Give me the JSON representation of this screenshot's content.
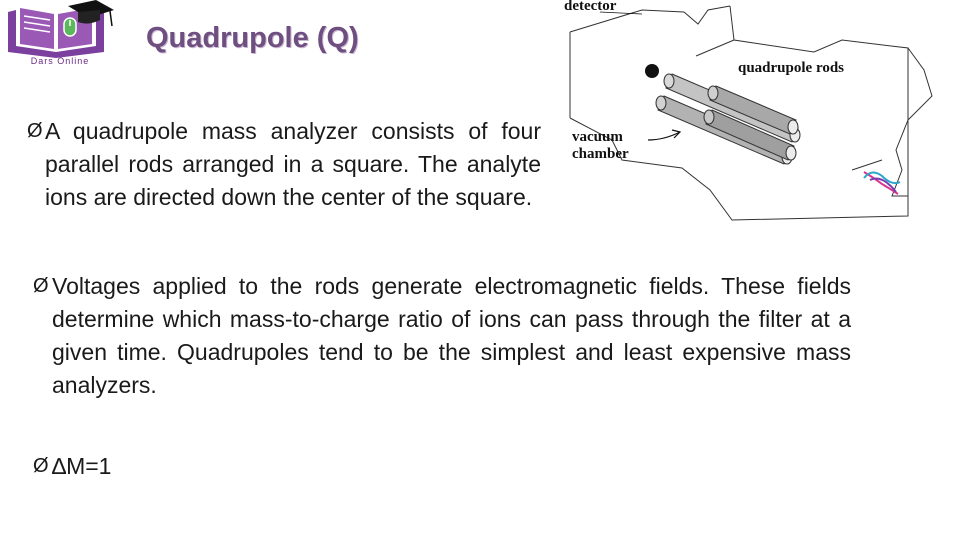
{
  "logo": {
    "caption": "Dars  Online"
  },
  "slide": {
    "title": "Quadrupole (Q)"
  },
  "bullets": [
    {
      "marker": "Ø",
      "text": "A quadrupole mass analyzer consists of four parallel rods arranged in a square. The analyte ions are directed down the center of the square."
    },
    {
      "marker": "Ø",
      "text": "Voltages applied to the rods generate electromagnetic fields. These fields determine which mass-to-charge ratio of ions can pass through the filter at a given time. Quadrupoles tend to be the simplest and least expensive mass analyzers."
    },
    {
      "marker": "Ø",
      "text": "∆M=1"
    }
  ],
  "diagram": {
    "label_detector": "detector",
    "label_rods": "quadrupole rods",
    "label_vacuum_line1": "vacuum",
    "label_vacuum_line2": "chamber"
  },
  "colors": {
    "title": "#6f4f80",
    "logo": "#7b3f9e",
    "rod_fill": "#bdbdbd",
    "ion_path_magenta": "#d9348f",
    "ion_path_cyan": "#2aa7c9"
  }
}
